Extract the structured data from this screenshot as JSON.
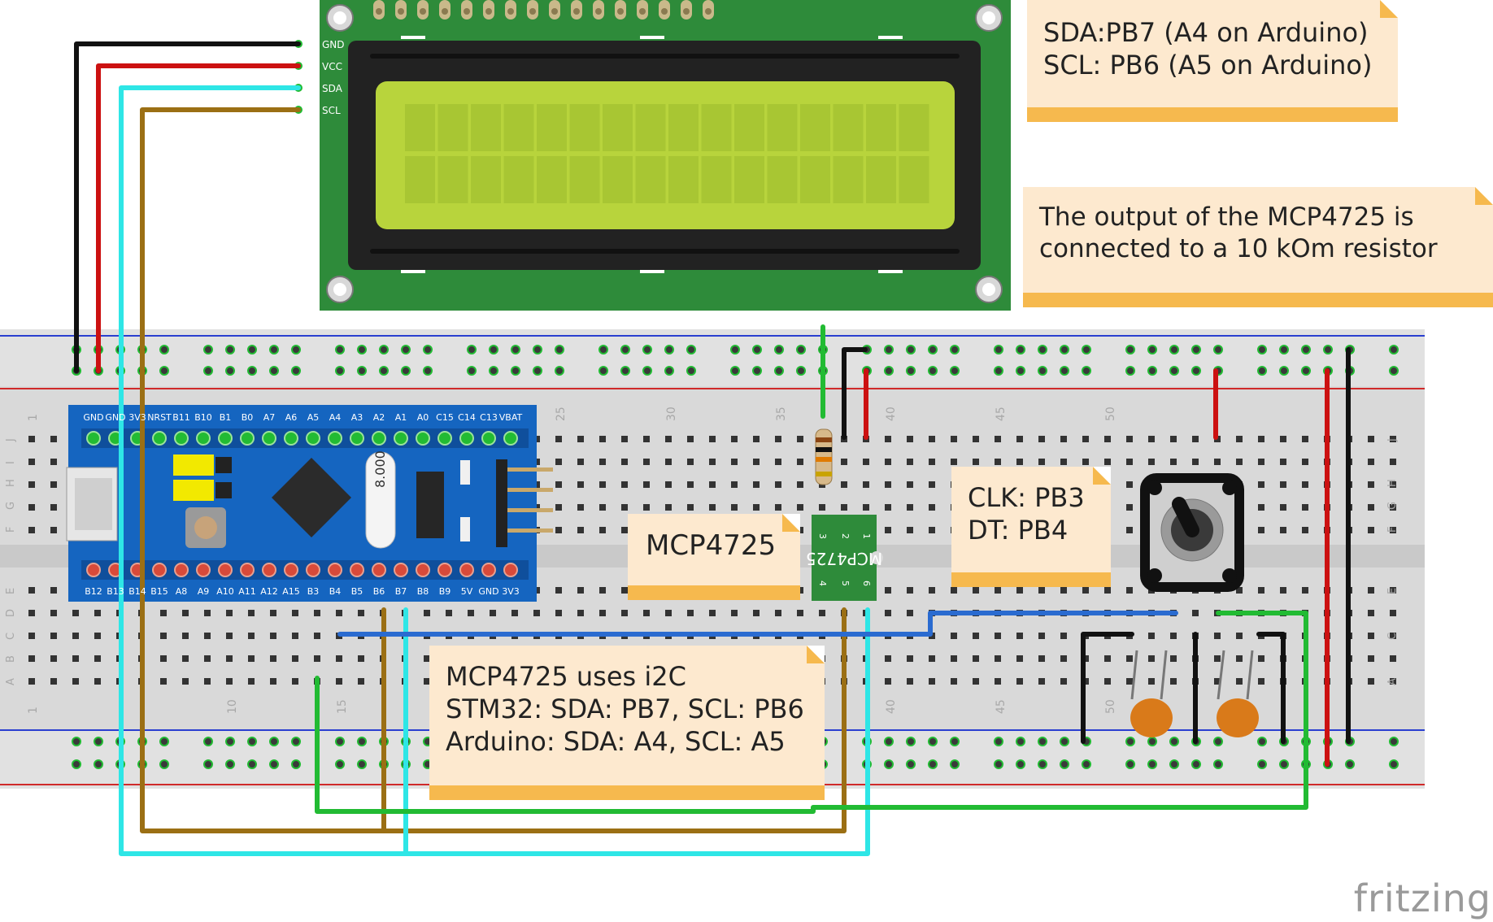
{
  "lcd": {
    "pins": [
      "GND",
      "VCC",
      "SDA",
      "SCL"
    ]
  },
  "board": {
    "top_pins": [
      "GND",
      "GND",
      "3V3",
      "NRST",
      "B11",
      "B10",
      "B1",
      "B0",
      "A7",
      "A6",
      "A5",
      "A4",
      "A3",
      "A2",
      "A1",
      "A0",
      "C15",
      "C14",
      "C13",
      "VBAT"
    ],
    "bottom_pins": [
      "B12",
      "B13",
      "B14",
      "B15",
      "A8",
      "A9",
      "A10",
      "A11",
      "A12",
      "A15",
      "B3",
      "B4",
      "B5",
      "B6",
      "B7",
      "B8",
      "B9",
      "5V",
      "GND",
      "3V3"
    ]
  },
  "dac": {
    "chip_label": "MCP4725",
    "pin_numbers_top": [
      "3",
      "2",
      "1"
    ],
    "pin_numbers_bottom": [
      "4",
      "5",
      "6"
    ]
  },
  "breadboard": {
    "column_numbers": [
      "1",
      "10",
      "15",
      "25",
      "30",
      "35",
      "40",
      "45",
      "50"
    ],
    "row_letters_top": [
      "J",
      "I",
      "H",
      "G",
      "F"
    ],
    "row_letters_bottom": [
      "E",
      "D",
      "C",
      "B",
      "A"
    ]
  },
  "notes": {
    "i2c_pins": {
      "line1": "SDA:PB7 (A4 on Arduino)",
      "line2": "SCL: PB6 (A5 on Arduino)"
    },
    "dac_output": {
      "line1": "The output of the MCP4725 is",
      "line2": "connected to a 10 kOm resistor"
    },
    "dac_label": {
      "line1": "MCP4725"
    },
    "encoder_pins": {
      "line1": "CLK: PB3",
      "line2": "DT: PB4"
    },
    "i2c_info": {
      "line1": "MCP4725 uses i2C",
      "line2": "STM32: SDA: PB7, SCL: PB6",
      "line3": "Arduino: SDA: A4, SCL: A5"
    }
  },
  "logo": {
    "text": "fritzing"
  },
  "colors": {
    "breadboard": "#d9d9d9",
    "pcb_green": "#2e8b3a",
    "lcd_screen": "#b8d43c",
    "stm32_blue": "#1565c0",
    "wire_black": "#111111",
    "wire_red": "#cc1111",
    "wire_cyan": "#2ee6e6",
    "wire_brown": "#9b6f14",
    "wire_blue": "#2a6bd0",
    "wire_green": "#22bb33",
    "note_bg": "#fde9cf",
    "note_bar": "#f6b94e"
  }
}
